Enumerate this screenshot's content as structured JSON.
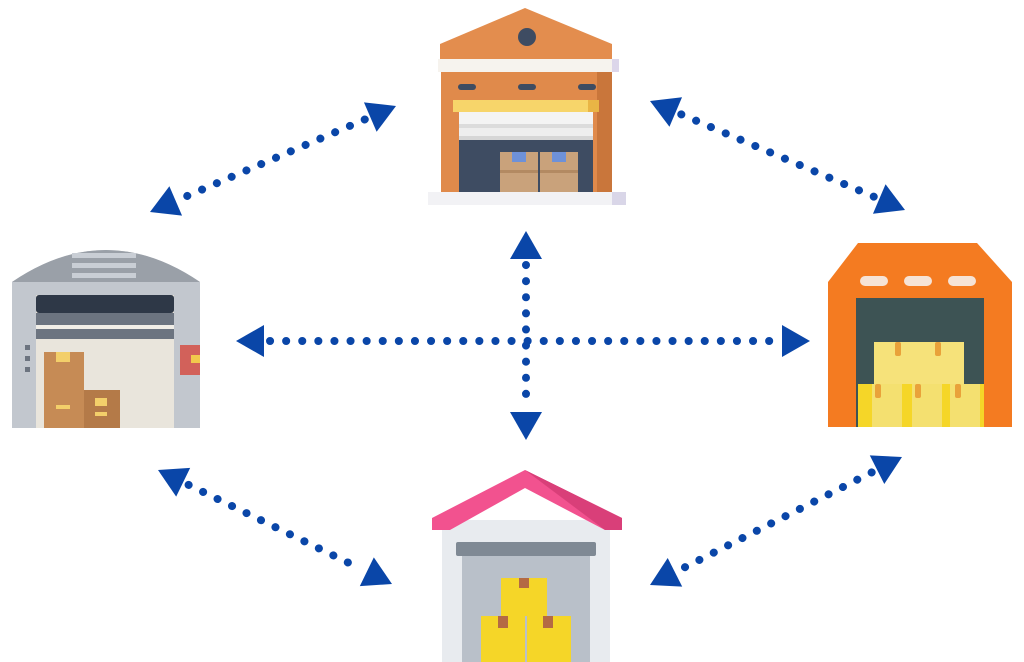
{
  "diagram": {
    "kind": "warehouse-network",
    "colors": {
      "connector": "#0a46a8",
      "background": "#ffffff"
    },
    "nodes": [
      {
        "id": "top",
        "icon": "orange-warehouse-icon",
        "roof": "#e38d4e",
        "wall": "#e08a4b",
        "door": "#3e4c62"
      },
      {
        "id": "left",
        "icon": "gray-domed-warehouse-icon",
        "roof": "#9aa0a8",
        "wall": "#c2c7ce",
        "door": "#e9e5dc"
      },
      {
        "id": "right",
        "icon": "orange-hangar-warehouse-icon",
        "roof": "#f47b21",
        "wall": "#f47b21",
        "door": "#3d5354"
      },
      {
        "id": "bottom",
        "icon": "pink-roof-warehouse-icon",
        "roof": "#f2528f",
        "wall": "#e8ebef",
        "door": "#b9c0c9"
      }
    ],
    "connections": [
      {
        "from": "top",
        "to": "left",
        "style": "dotted-double-arrow"
      },
      {
        "from": "top",
        "to": "right",
        "style": "dotted-double-arrow"
      },
      {
        "from": "top",
        "to": "bottom",
        "style": "dotted-double-arrow"
      },
      {
        "from": "left",
        "to": "right",
        "style": "dotted-double-arrow"
      },
      {
        "from": "left",
        "to": "bottom",
        "style": "dotted-double-arrow"
      },
      {
        "from": "right",
        "to": "bottom",
        "style": "dotted-double-arrow"
      }
    ]
  }
}
